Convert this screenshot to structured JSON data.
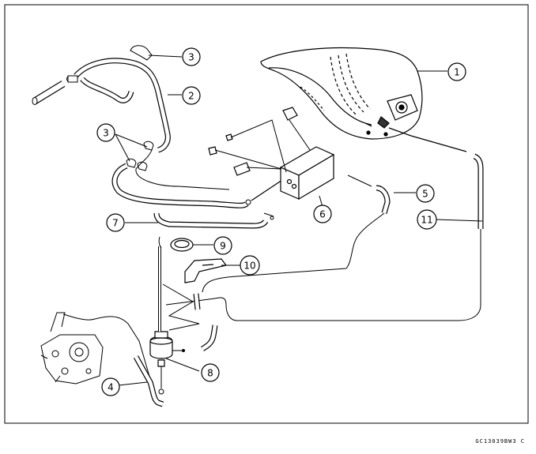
{
  "diagram": {
    "reference_code": "GC13039BW3  C",
    "callouts": [
      {
        "id": "c1",
        "label": "1"
      },
      {
        "id": "c2",
        "label": "2"
      },
      {
        "id": "c3a",
        "label": "3"
      },
      {
        "id": "c3b",
        "label": "3"
      },
      {
        "id": "c4",
        "label": "4"
      },
      {
        "id": "c5",
        "label": "5"
      },
      {
        "id": "c6",
        "label": "6"
      },
      {
        "id": "c7",
        "label": "7"
      },
      {
        "id": "c8",
        "label": "8"
      },
      {
        "id": "c9",
        "label": "9"
      },
      {
        "id": "c10",
        "label": "10"
      },
      {
        "id": "c11",
        "label": "11"
      }
    ]
  }
}
